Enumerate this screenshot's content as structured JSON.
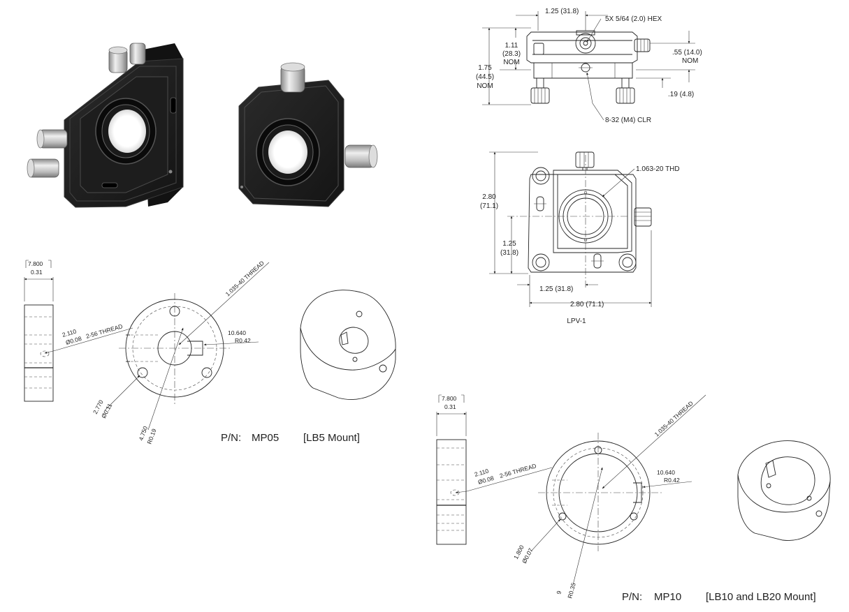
{
  "colors": {
    "ink": "#222222",
    "mount_body": "#1c1c1c",
    "mount_edge": "#3a3a3a",
    "knob_metal": "#c8c8c8",
    "background": "#ffffff"
  },
  "lpv_drawing": {
    "top_view": {
      "width_dim": "1.25 (31.8)",
      "hex_note": "5X 5/64 (2.0) HEX",
      "height_nom_1": "1.11",
      "height_nom_1_mm": "(28.3)",
      "height_nom_1_suffix": "NOM",
      "height_total": "1.75",
      "height_total_mm": "(44.5)",
      "height_total_suffix": "NOM",
      "side_nom": ".55 (14.0)",
      "side_nom_suffix": "NOM",
      "side_small": ".19 (4.8)",
      "clearance_note": "8-32 (M4) CLR"
    },
    "front_view": {
      "thread_note": "1.063-20 THD",
      "height_full": "2.80",
      "height_full_mm": "(71.1)",
      "height_center": "1.25",
      "height_center_mm": "(31.8)",
      "width_center": "1.25 (31.8)",
      "width_full": "2.80 (71.1)",
      "model_label": "LPV-1"
    }
  },
  "mp05": {
    "side_dim_top": "7.800",
    "side_dim_bottom": "0.31",
    "thread_note": "1.035-40 THREAD",
    "hole_dim_top": "2.110",
    "hole_dim_bottom": "Ø0.08",
    "hole_thread": "2-56 THREAD",
    "key_dim_top": "10.640",
    "key_dim_bottom": "R0.42",
    "small_hole_top": "2.770",
    "small_hole_bottom": "Ø0.11",
    "radius_top": "4.750",
    "radius_bottom": "R0.19",
    "pn_label": "P/N:",
    "pn_value": "MP05",
    "mount_label": "[LB5 Mount]"
  },
  "mp10": {
    "side_dim_top": "7.800",
    "side_dim_bottom": "0.31",
    "thread_note": "1.035-40 THREAD",
    "hole_dim_top": "2.110",
    "hole_dim_bottom": "Ø0.08",
    "hole_thread": "2-56 THREAD",
    "key_dim_top": "10.640",
    "key_dim_bottom": "R0.42",
    "small_hole_top": "1.800",
    "small_hole_bottom": "Ø0.07",
    "radius_top": "9",
    "radius_bottom": "R0.35",
    "pn_label": "P/N:",
    "pn_value": "MP10",
    "mount_label": "[LB10 and LB20 Mount]"
  }
}
